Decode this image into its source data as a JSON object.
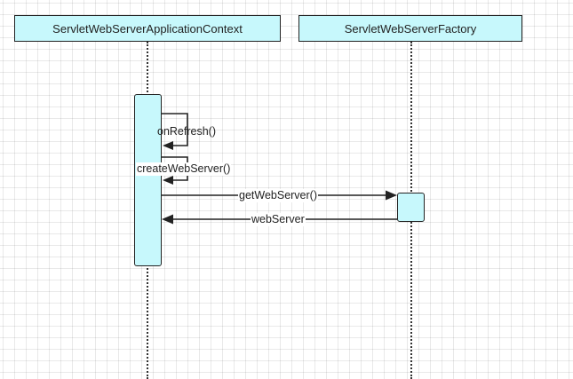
{
  "diagram": {
    "participants": [
      {
        "id": "left",
        "name": "ServletWebServerApplicationContext"
      },
      {
        "id": "right",
        "name": "ServletWebServerFactory"
      }
    ],
    "messages": [
      {
        "from": "left",
        "to": "left",
        "label": "onRefresh()",
        "kind": "self-call"
      },
      {
        "from": "left",
        "to": "left",
        "label": "createWebServer()",
        "kind": "self-call"
      },
      {
        "from": "left",
        "to": "right",
        "label": "getWebServer()",
        "kind": "call"
      },
      {
        "from": "right",
        "to": "left",
        "label": "webServer",
        "kind": "return"
      }
    ]
  },
  "colors": {
    "activation_fill": "#c7f8fc",
    "line": "#222222",
    "grid": "#ececec",
    "background": "#ffffff"
  }
}
